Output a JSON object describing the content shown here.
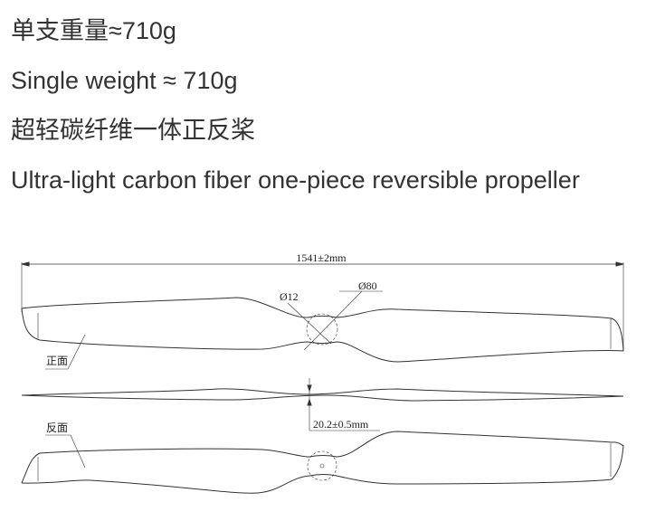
{
  "text": {
    "weight_cn": "单支重量≈710g",
    "weight_en": "Single weight ≈ 710g",
    "desc_cn": "超轻碳纤维一体正反桨",
    "desc_en": "Ultra-light carbon fiber one-piece reversible propeller"
  },
  "drawing": {
    "length": "1541±2mm",
    "bore": "Ø12",
    "hub": "Ø80",
    "thickness": "20.2±0.5mm",
    "front_label": "正面",
    "back_label": "反面"
  }
}
